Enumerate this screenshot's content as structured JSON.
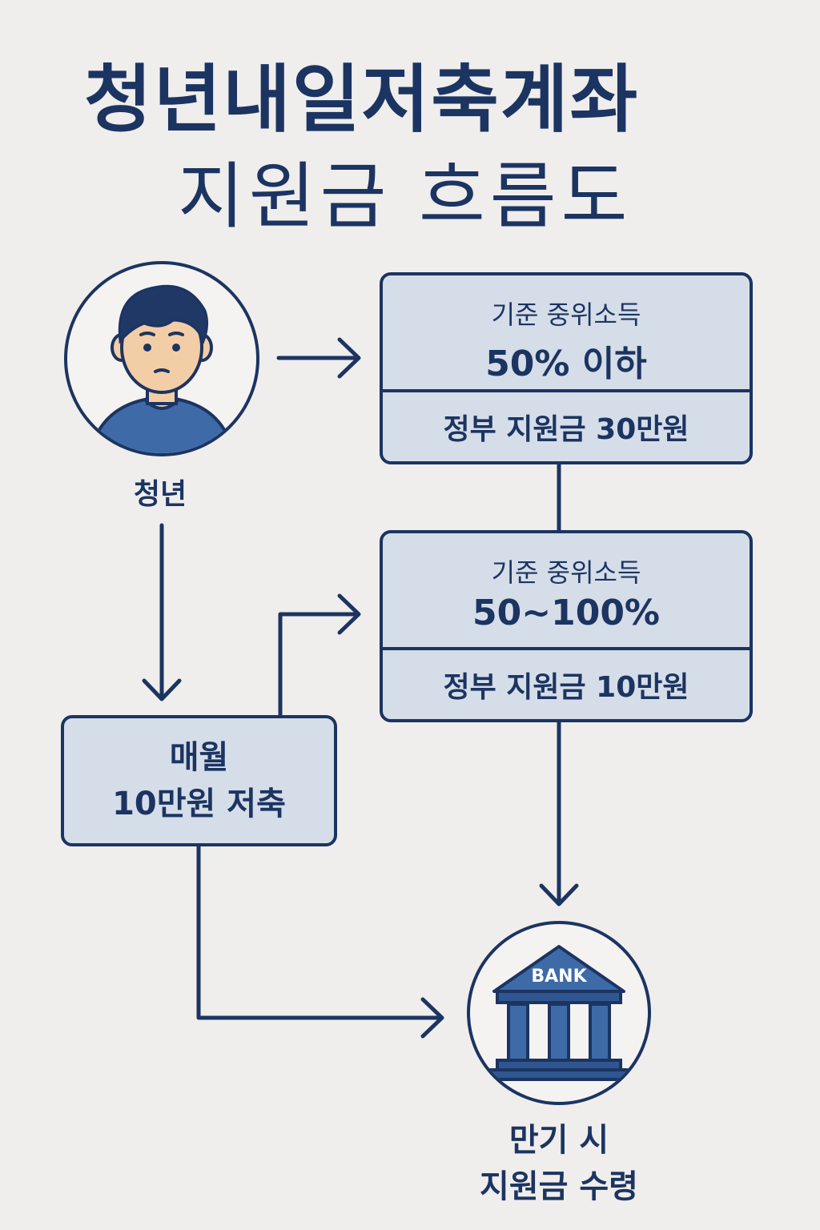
{
  "title": {
    "line1": "청년내일저축계좌",
    "line2": "지원금 흐름도"
  },
  "youth": {
    "icon": "person-icon",
    "caption": "청년"
  },
  "tiers": [
    {
      "criterion_label": "기준 중위소득",
      "criterion_value": "50% 이하",
      "support": "정부 지원금 30만원"
    },
    {
      "criterion_label": "기준 중위소득",
      "criterion_value": "50~100%",
      "support": "정부 지원금 10만원"
    }
  ],
  "savings": {
    "line1": "매월",
    "line2": "10만원 저축"
  },
  "bank": {
    "icon": "bank-icon",
    "sign": "BANK",
    "caption_line1": "만기 시",
    "caption_line2": "지원금 수령"
  },
  "colors": {
    "navy": "#1c3461",
    "box_fill": "#d5dde8",
    "accent_blue": "#3e6aa8",
    "background": "#efeeec"
  }
}
